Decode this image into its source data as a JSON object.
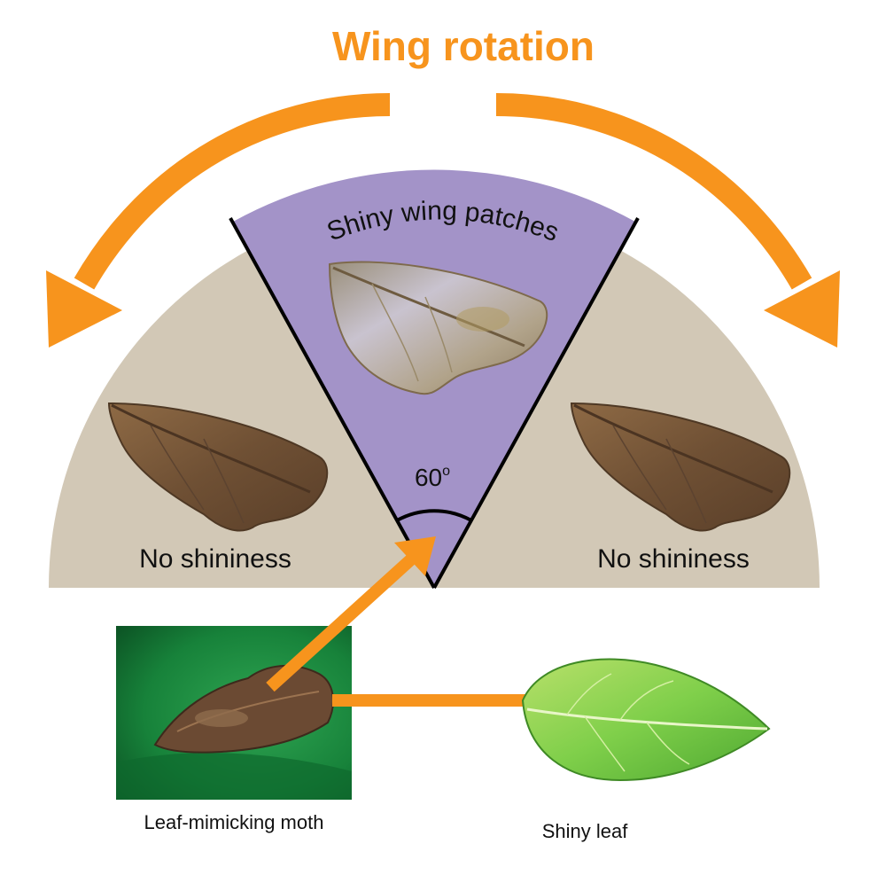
{
  "title": "Wing rotation",
  "center_label": "Shiny wing patches",
  "side_label_left": "No shininess",
  "side_label_right": "No shininess",
  "angle_label": "60",
  "angle_unit": "o",
  "photo_caption": "Leaf-mimicking moth",
  "leaf_caption": "Shiny leaf",
  "colors": {
    "accent_orange": "#f7941d",
    "sector_purple": "#a393c8",
    "sector_beige": "#d2c8b6",
    "wing_brown": "#7a5a3c",
    "leaf_green": "#7fcf4a",
    "photo_green": "#1d8a3c"
  },
  "icons": [
    "moth-wing-icon",
    "shiny-wing-icon",
    "moth-photo-icon",
    "shiny-leaf-icon"
  ]
}
